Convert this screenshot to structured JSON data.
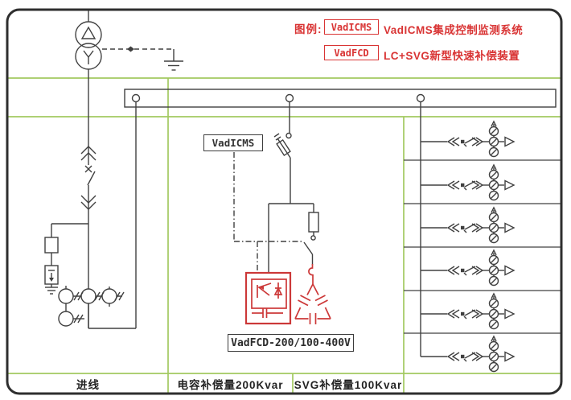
{
  "colors": {
    "line": "#404040",
    "grid_green": "#a2c960",
    "diagram_red": "#cc3838",
    "legend_red": "#d93434",
    "border": "#2e2e2e"
  },
  "legend": {
    "title": "图例:",
    "items": [
      {
        "tag": "VadICMS",
        "description": "VadICMS集成控制监测系统"
      },
      {
        "tag": "VadFCD",
        "description": "LC+SVG新型快速补偿装置"
      }
    ]
  },
  "diagram": {
    "controller_box_label": "VadICMS",
    "model_label": "VadFCD-200/100-400V",
    "transformer_vector_group": "Δ/Y",
    "outgoing_feeder_count": 6
  },
  "footer": {
    "cells": [
      "进线",
      "电容补偿量200Kvar",
      "SVG补偿量100Kvar",
      ""
    ]
  }
}
